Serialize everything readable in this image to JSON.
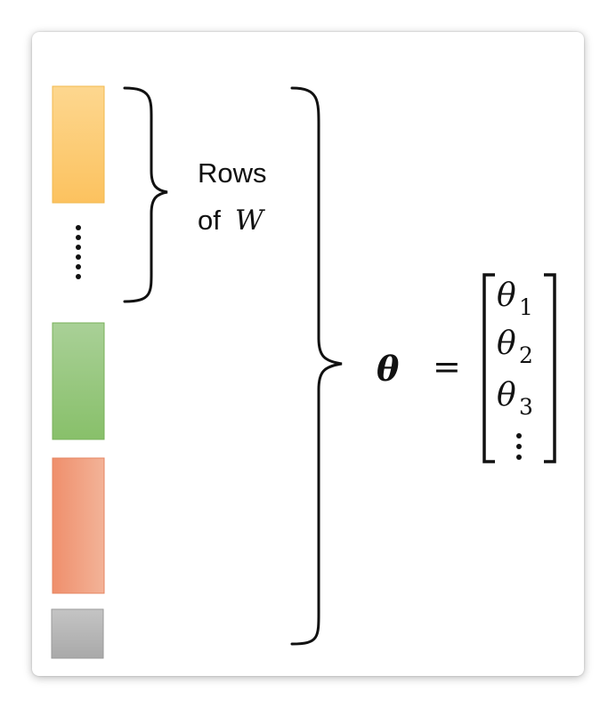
{
  "label": {
    "rows": "Rows",
    "of": "of",
    "w": "W"
  },
  "equation": {
    "lhs": "θ",
    "equals": "=",
    "symbol": "θ",
    "subscripts": [
      "1",
      "2",
      "3"
    ]
  },
  "colors": {
    "yellow_light": "#fdd78f",
    "yellow_dark": "#fcc25f",
    "green_light": "#a9d097",
    "green_dark": "#88c06a",
    "salmon_light": "#f3b398",
    "salmon_dark": "#ef8f6c",
    "gray_light": "#bfbfbf",
    "gray_dark": "#a9a9a9"
  }
}
